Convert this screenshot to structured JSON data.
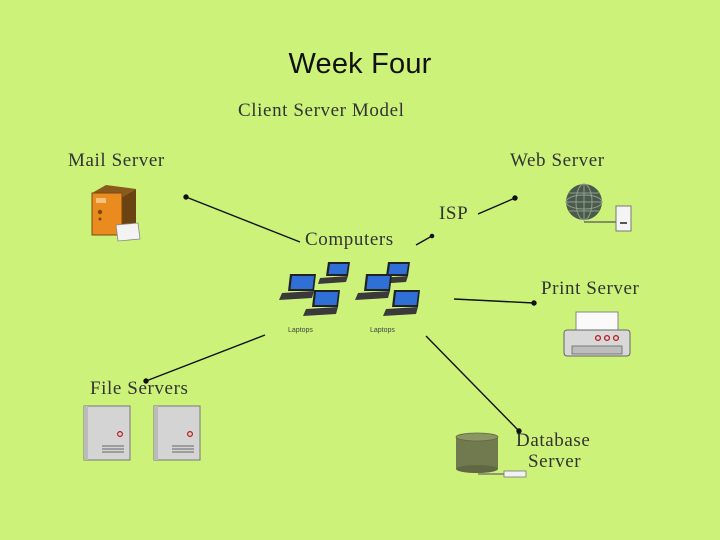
{
  "title": "Week Four",
  "diagram": {
    "heading": "Client Server Model",
    "center_label": "Computers",
    "isp_label": "ISP",
    "laptop_captions": [
      "Laptops",
      "Laptops"
    ],
    "nodes": {
      "mail": "Mail Server",
      "web": "Web Server",
      "print": "Print Server",
      "file": "File Servers",
      "database_line1": "Database",
      "database_line2": "Server"
    }
  }
}
